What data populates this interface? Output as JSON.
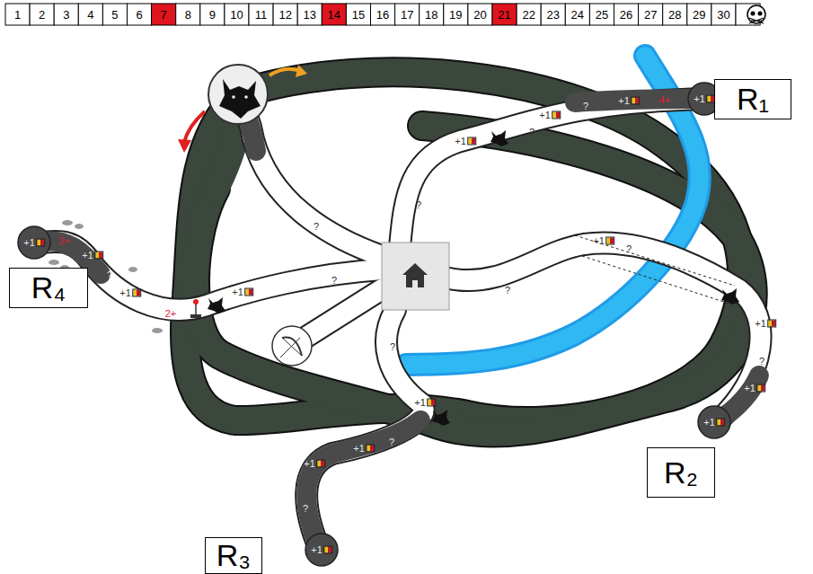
{
  "diagram": {
    "nodes": [
      {
        "text": [
          "R₁"
        ]
      },
      {
        "text": [
          "R₂"
        ]
      },
      {
        "text": [
          "R₃"
        ]
      },
      {
        "text": [
          "R₄"
        ]
      }
    ],
    "labels": [
      "1",
      "2",
      "3",
      "4",
      "5",
      "6",
      "7",
      "8",
      "9",
      "10",
      "11",
      "12",
      "13",
      "14",
      "15",
      "16",
      "17",
      "18",
      "19",
      "20",
      "21",
      "22",
      "23",
      "24",
      "25",
      "26",
      "27",
      "28",
      "29",
      "30",
      "?",
      "+1",
      "?",
      "+1",
      "?",
      "+1",
      "4+",
      "+1",
      "?",
      "?",
      "+1",
      "2+",
      "+1",
      "?",
      "+1",
      "2+",
      "+1",
      "?",
      "+1",
      "?",
      "+1",
      "?",
      "+1",
      "+1",
      "?",
      "+1",
      "?",
      "+1",
      "+1",
      "?",
      "+1"
    ]
  }
}
